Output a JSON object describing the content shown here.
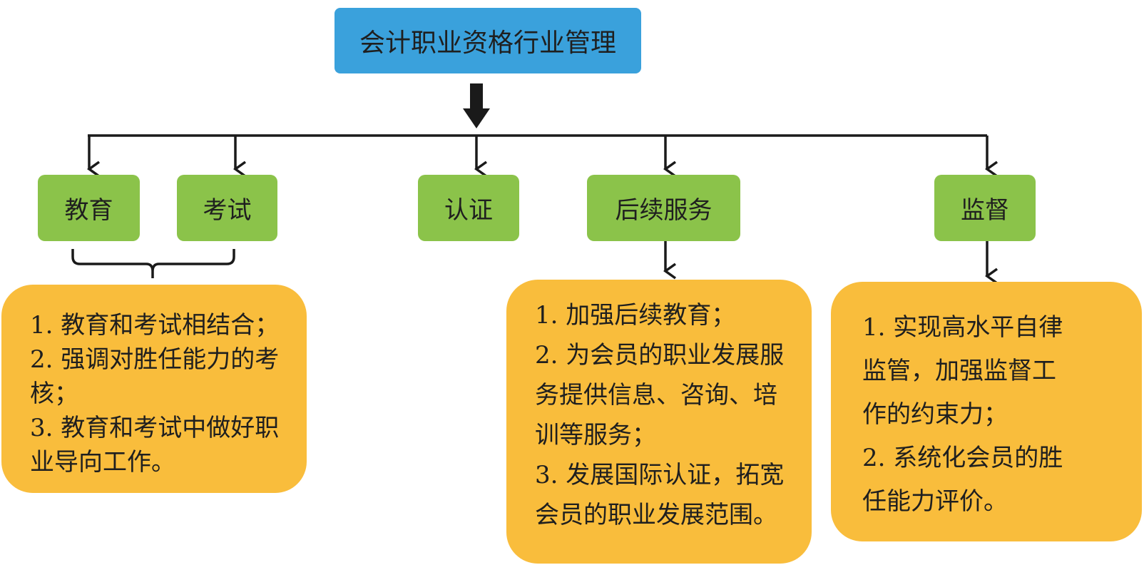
{
  "title": "会计职业资格行业管理",
  "categories": [
    {
      "id": "education",
      "label": "教育"
    },
    {
      "id": "exam",
      "label": "考试"
    },
    {
      "id": "certification",
      "label": "认证"
    },
    {
      "id": "followup",
      "label": "后续服务"
    },
    {
      "id": "supervision",
      "label": "监督"
    }
  ],
  "notes": {
    "education_exam": [
      "1. 教育和考试相结合；",
      "2. 强调对胜任能力的考核；",
      "3. 教育和考试中做好职业导向工作。"
    ],
    "followup": [
      "1. 加强后续教育；",
      "2. 为会员的职业发展服务提供信息、咨询、培训等服务；",
      "3. 发展国际认证，拓宽会员的职业发展范围。"
    ],
    "supervision": [
      "1. 实现高水平自律监管，加强监督工作的约束力；",
      "2. 系统化会员的胜任能力评价。"
    ]
  },
  "colors": {
    "title_box": "#3aa1dc",
    "category_box": "#8bc34a",
    "note_box": "#f9bd3c",
    "connector": "#1a1a1a"
  }
}
